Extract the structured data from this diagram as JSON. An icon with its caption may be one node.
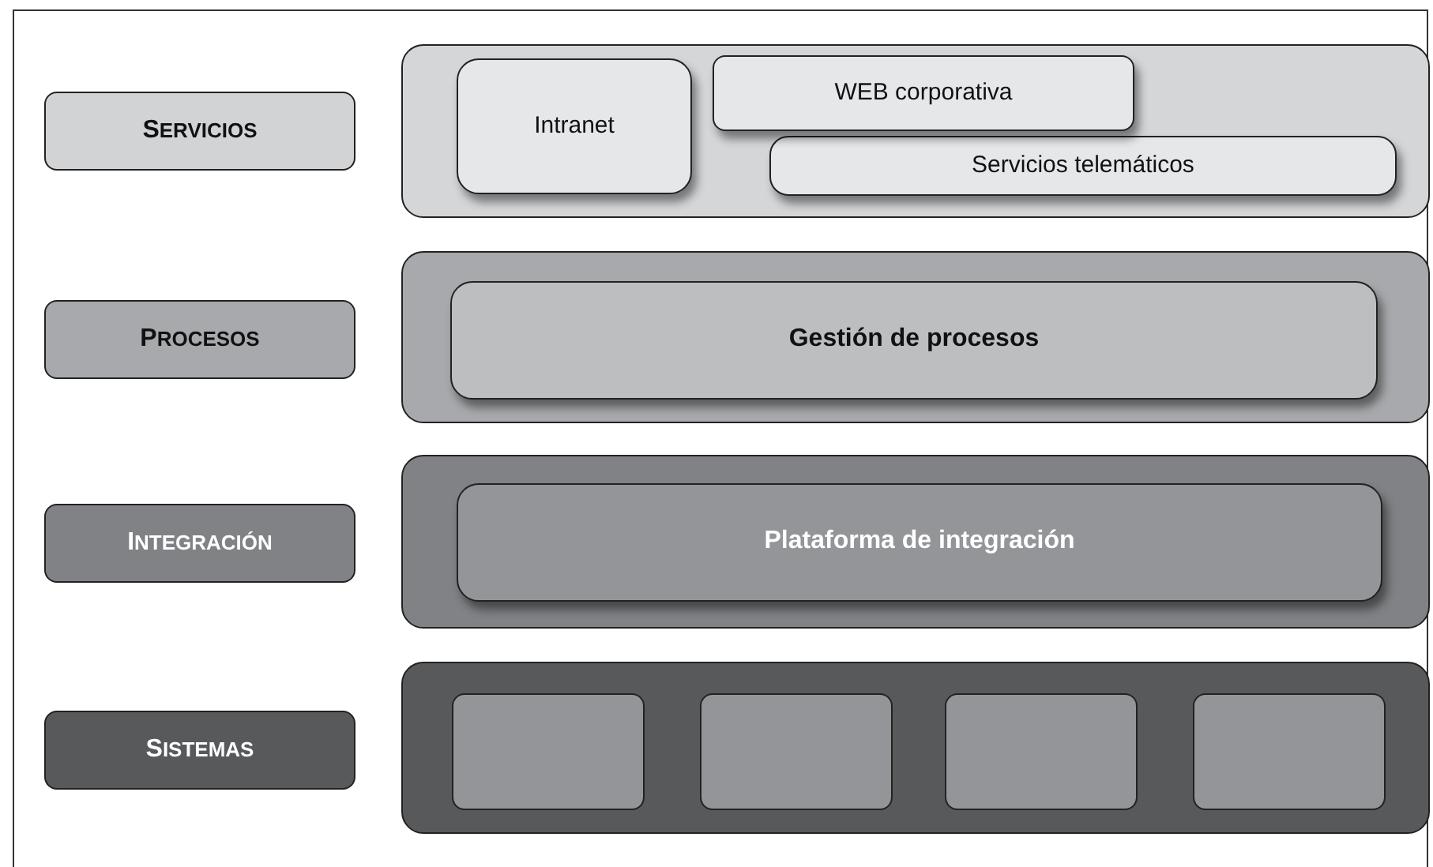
{
  "diagram": {
    "nodes": [
      {
        "text": [
          "SERVICIOS"
        ]
      },
      {
        "text": [],
        "shape": "box"
      },
      {
        "text": [
          "Intranet"
        ],
        "in": 1
      },
      {
        "text": [
          "WEB corporativa"
        ],
        "in": 1
      },
      {
        "text": [
          "Servicios telemáticos"
        ],
        "in": 1
      },
      {
        "text": [
          "PROCESOS"
        ]
      },
      {
        "text": [],
        "shape": "box"
      },
      {
        "text": [
          "Gestión de procesos"
        ],
        "in": 6
      },
      {
        "text": [
          "INTEGRACIÓN"
        ]
      },
      {
        "text": [],
        "shape": "box"
      },
      {
        "text": [
          "Plataforma de integración"
        ],
        "in": 9
      },
      {
        "text": [
          "SISTEMAS"
        ]
      },
      {
        "text": [],
        "shape": "box"
      },
      {
        "text": [],
        "shape": "box",
        "in": 12
      },
      {
        "text": [],
        "shape": "box",
        "in": 12
      },
      {
        "text": [],
        "shape": "box",
        "in": 12
      },
      {
        "text": [],
        "shape": "box",
        "in": 12
      }
    ]
  }
}
